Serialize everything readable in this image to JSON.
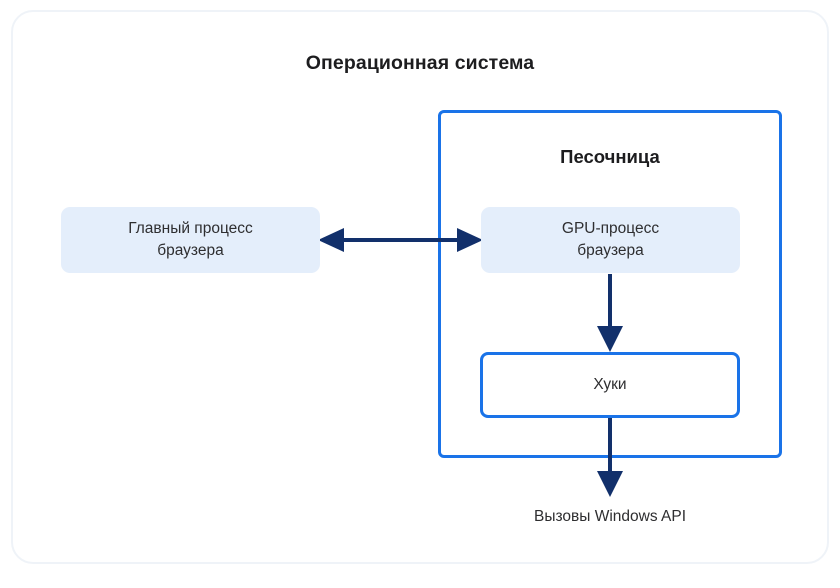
{
  "diagram": {
    "title": "Операционная система",
    "sandbox": {
      "label": "Песочница"
    },
    "nodes": {
      "main_process": {
        "line1": "Главный процесс",
        "line2": "браузера"
      },
      "gpu_process": {
        "line1": "GPU-процесс",
        "line2": "браузера"
      },
      "hooks": {
        "label": "Хуки"
      },
      "winapi": {
        "label": "Вызовы Windows API"
      }
    },
    "colors": {
      "accent_blue": "#1a73e8",
      "node_fill": "#e4eefb",
      "arrow_navy": "#12306b",
      "text": "#2e2e30",
      "card_border": "#eff3f8",
      "background": "#ffffff"
    }
  }
}
